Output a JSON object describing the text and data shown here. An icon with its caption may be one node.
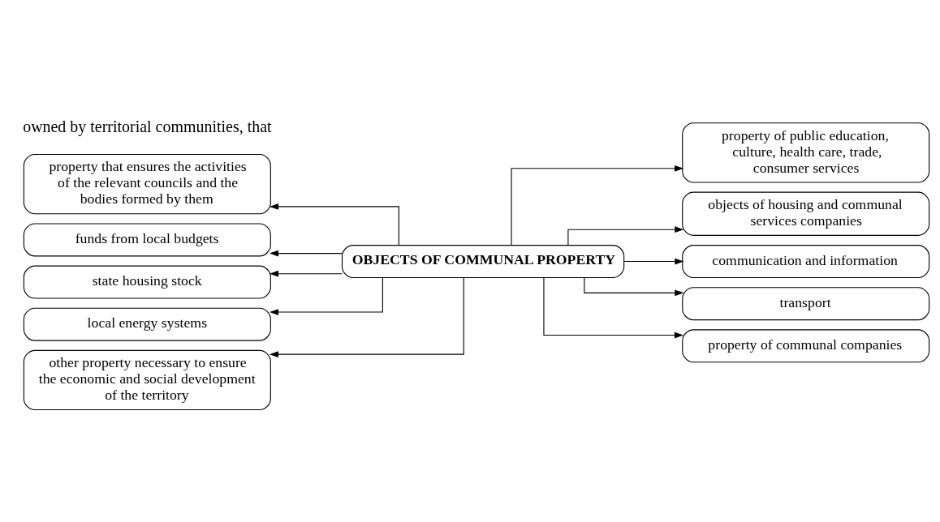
{
  "diagram": {
    "nodes": [
      {
        "text": [
          "OBJECTS OF COMMUNAL PROPERTY"
        ]
      },
      {
        "text": [
          "property that ensures the activities of the relevant councils and the bodies formed by them"
        ]
      },
      {
        "text": [
          "funds from local budgets"
        ]
      },
      {
        "text": [
          "state housing stock"
        ]
      },
      {
        "text": [
          "local energy systems"
        ]
      },
      {
        "text": [
          "other property necessary to ensure the economic and social development of the territory"
        ]
      },
      {
        "text": [
          "property of public education, culture, health care, trade, consumer services"
        ]
      },
      {
        "text": [
          "objects of housing and communal services companies"
        ]
      },
      {
        "text": [
          "communication and information"
        ]
      },
      {
        "text": [
          "transport"
        ]
      },
      {
        "text": [
          "property of communal companies"
        ]
      }
    ],
    "edges": [
      {
        "from": 0,
        "to": 1,
        "arrow": "to"
      },
      {
        "from": 0,
        "to": 2,
        "arrow": "to"
      },
      {
        "from": 0,
        "to": 3,
        "arrow": "to"
      },
      {
        "from": 0,
        "to": 4,
        "arrow": "to"
      },
      {
        "from": 0,
        "to": 5,
        "arrow": "to"
      },
      {
        "from": 0,
        "to": 6,
        "arrow": "to"
      },
      {
        "from": 0,
        "to": 7,
        "arrow": "to"
      },
      {
        "from": 0,
        "to": 8,
        "arrow": "to"
      },
      {
        "from": 0,
        "to": 9,
        "arrow": "to"
      },
      {
        "from": 0,
        "to": 10,
        "arrow": "to"
      }
    ],
    "labels": [
      "owned by territorial communities, that"
    ]
  }
}
